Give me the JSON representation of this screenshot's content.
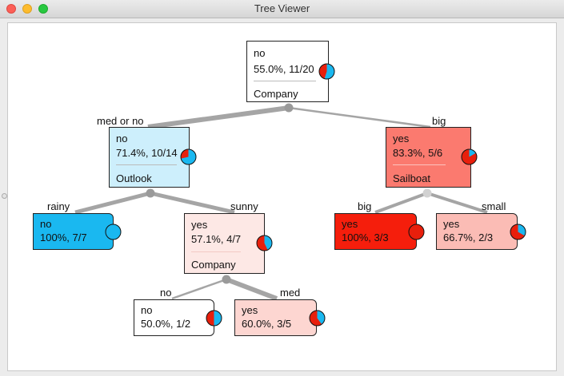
{
  "window": {
    "title": "Tree Viewer"
  },
  "colors": {
    "blue": "#1ab8f0",
    "red": "#e81f0c",
    "edge": "#a5a5a5",
    "junction": "#9a9a9a"
  },
  "nodes": {
    "root": {
      "value": "no",
      "stats": "55.0%, 11/20",
      "split": "Company",
      "fill": "#ffffff",
      "pie_blue": 0.55
    },
    "left": {
      "value": "no",
      "stats": "71.4%, 10/14",
      "split": "Outlook",
      "fill": "#cdeffc",
      "pie_blue": 0.714
    },
    "right": {
      "value": "yes",
      "stats": "83.3%, 5/6",
      "split": "Sailboat",
      "fill": "#fb7a6f",
      "pie_blue": 0.167
    },
    "rainy": {
      "value": "no",
      "stats": "100%, 7/7",
      "fill": "#1ab8f0",
      "pie_blue": 1.0
    },
    "sunny": {
      "value": "yes",
      "stats": "57.1%, 4/7",
      "split": "Company",
      "fill": "#fde8e5",
      "pie_blue": 0.429
    },
    "big_leaf": {
      "value": "yes",
      "stats": "100%, 3/3",
      "fill": "#f51e0c",
      "pie_blue": 0.0
    },
    "small": {
      "value": "yes",
      "stats": "66.7%, 2/3",
      "fill": "#fbbcb5",
      "pie_blue": 0.333
    },
    "no_leaf": {
      "value": "no",
      "stats": "50.0%, 1/2",
      "fill": "#ffffff",
      "pie_blue": 0.5
    },
    "med_leaf": {
      "value": "yes",
      "stats": "60.0%, 3/5",
      "fill": "#fdd6d1",
      "pie_blue": 0.4
    }
  },
  "edge_labels": {
    "med_or_no": "med or no",
    "big": "big",
    "rainy": "rainy",
    "sunny": "sunny",
    "big2": "big",
    "small": "small",
    "no": "no",
    "med": "med"
  }
}
